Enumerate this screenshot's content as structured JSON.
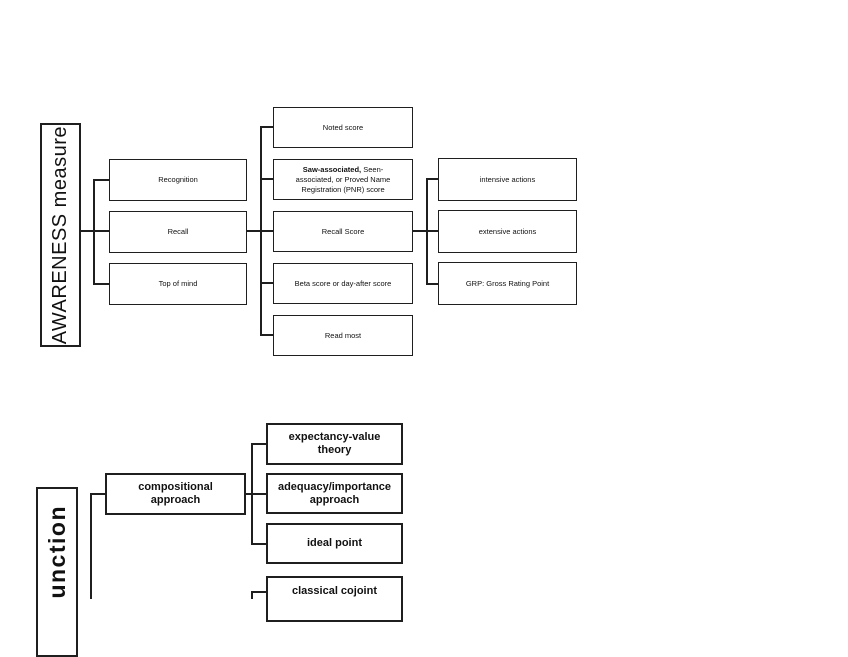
{
  "diagram": {
    "awareness": {
      "title": "AWARENESS measure",
      "children": [
        {
          "label": "Recognition"
        },
        {
          "label": "Recall"
        },
        {
          "label": "Top of mind"
        }
      ],
      "recall_children": [
        {
          "label": "Noted score"
        },
        {
          "label_bold": "Saw-associated,",
          "label_rest": "Seen-associated, or Proved Name Registration (PNR) score"
        },
        {
          "label": "Recall Score"
        },
        {
          "label": "Beta score or day-after score"
        },
        {
          "label": "Read most"
        }
      ],
      "recall_score_children": [
        {
          "label": "intensive actions"
        },
        {
          "label": "extensive actions"
        },
        {
          "label": "GRP: Gross Rating Point"
        }
      ]
    },
    "function_tree": {
      "title_visible": "unction",
      "children": [
        {
          "label": "compositional approach"
        }
      ],
      "compositional_children": [
        {
          "label": "expectancy-value theory"
        },
        {
          "label": "adequacy/importance approach"
        },
        {
          "label": "ideal point"
        }
      ],
      "partially_visible_children": [
        {
          "label": "classical cojoint"
        }
      ]
    },
    "colors": {
      "line": "#1f1f1f",
      "text": "#111111",
      "background": "#ffffff"
    }
  }
}
